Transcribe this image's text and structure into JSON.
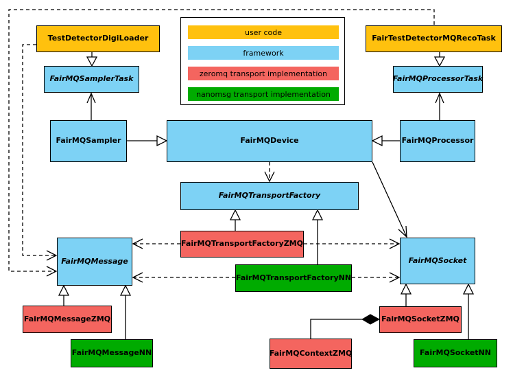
{
  "legend": {
    "items": [
      {
        "label": "user code",
        "color": "#FFC10E",
        "category": "user-code"
      },
      {
        "label": "framework",
        "color": "#7DD2F5",
        "category": "framework"
      },
      {
        "label": "zeromq transport implementation",
        "color": "#F4655F",
        "category": "zeromq"
      },
      {
        "label": "nanomsg transport implementation",
        "color": "#00AB00",
        "category": "nanomsg"
      }
    ]
  },
  "nodes": {
    "testDetectorDigiLoader": {
      "label": "TestDetectorDigiLoader",
      "category": "user-code",
      "abstract": false
    },
    "fairTestDetectorMQRecoTask": {
      "label": "FairTestDetectorMQRecoTask",
      "category": "user-code",
      "abstract": false
    },
    "fairMQSamplerTask": {
      "label": "FairMQSamplerTask",
      "category": "framework",
      "abstract": true
    },
    "fairMQProcessorTask": {
      "label": "FairMQProcessorTask",
      "category": "framework",
      "abstract": true
    },
    "fairMQSampler": {
      "label": "FairMQSampler",
      "category": "framework",
      "abstract": false
    },
    "fairMQDevice": {
      "label": "FairMQDevice",
      "category": "framework",
      "abstract": false
    },
    "fairMQProcessor": {
      "label": "FairMQProcessor",
      "category": "framework",
      "abstract": false
    },
    "fairMQTransportFactory": {
      "label": "FairMQTransportFactory",
      "category": "framework",
      "abstract": true
    },
    "fairMQTransportFactoryZMQ": {
      "label": "FairMQTransportFactoryZMQ",
      "category": "zeromq",
      "abstract": false
    },
    "fairMQTransportFactoryNN": {
      "label": "FairMQTransportFactoryNN",
      "category": "nanomsg",
      "abstract": false
    },
    "fairMQMessage": {
      "label": "FairMQMessage",
      "category": "framework",
      "abstract": true
    },
    "fairMQSocket": {
      "label": "FairMQSocket",
      "category": "framework",
      "abstract": true
    },
    "fairMQMessageZMQ": {
      "label": "FairMQMessageZMQ",
      "category": "zeromq",
      "abstract": false
    },
    "fairMQMessageNN": {
      "label": "FairMQMessageNN",
      "category": "nanomsg",
      "abstract": false
    },
    "fairMQSocketZMQ": {
      "label": "FairMQSocketZMQ",
      "category": "zeromq",
      "abstract": false
    },
    "fairMQSocketNN": {
      "label": "FairMQSocketNN",
      "category": "nanomsg",
      "abstract": false
    },
    "fairMQContextZMQ": {
      "label": "FairMQContextZMQ",
      "category": "zeromq",
      "abstract": false
    }
  },
  "edges": [
    {
      "from": "TestDetectorDigiLoader",
      "to": "FairMQSamplerTask",
      "type": "inheritance"
    },
    {
      "from": "FairTestDetectorMQRecoTask",
      "to": "FairMQProcessorTask",
      "type": "inheritance"
    },
    {
      "from": "FairMQSampler",
      "to": "FairMQDevice",
      "type": "inheritance"
    },
    {
      "from": "FairMQProcessor",
      "to": "FairMQDevice",
      "type": "inheritance"
    },
    {
      "from": "FairMQSampler",
      "to": "FairMQSamplerTask",
      "type": "association"
    },
    {
      "from": "FairMQProcessor",
      "to": "FairMQProcessorTask",
      "type": "association"
    },
    {
      "from": "FairMQDevice",
      "to": "FairMQTransportFactory",
      "type": "dependency"
    },
    {
      "from": "FairMQDevice",
      "to": "FairMQSocket",
      "type": "association"
    },
    {
      "from": "FairMQTransportFactoryZMQ",
      "to": "FairMQTransportFactory",
      "type": "inheritance"
    },
    {
      "from": "FairMQTransportFactoryNN",
      "to": "FairMQTransportFactory",
      "type": "inheritance"
    },
    {
      "from": "FairMQTransportFactoryZMQ",
      "to": "FairMQMessage",
      "type": "dependency"
    },
    {
      "from": "FairMQTransportFactoryZMQ",
      "to": "FairMQSocket",
      "type": "dependency"
    },
    {
      "from": "FairMQTransportFactoryNN",
      "to": "FairMQMessage",
      "type": "dependency"
    },
    {
      "from": "FairMQTransportFactoryNN",
      "to": "FairMQSocket",
      "type": "dependency"
    },
    {
      "from": "TestDetectorDigiLoader",
      "to": "FairMQMessage",
      "type": "dependency"
    },
    {
      "from": "FairTestDetectorMQRecoTask",
      "to": "FairMQMessage",
      "type": "dependency"
    },
    {
      "from": "FairMQMessageZMQ",
      "to": "FairMQMessage",
      "type": "inheritance"
    },
    {
      "from": "FairMQMessageNN",
      "to": "FairMQMessage",
      "type": "inheritance"
    },
    {
      "from": "FairMQSocketZMQ",
      "to": "FairMQSocket",
      "type": "inheritance"
    },
    {
      "from": "FairMQSocketNN",
      "to": "FairMQSocket",
      "type": "inheritance"
    },
    {
      "from": "FairMQContextZMQ",
      "to": "FairMQSocketZMQ",
      "type": "composition"
    }
  ]
}
